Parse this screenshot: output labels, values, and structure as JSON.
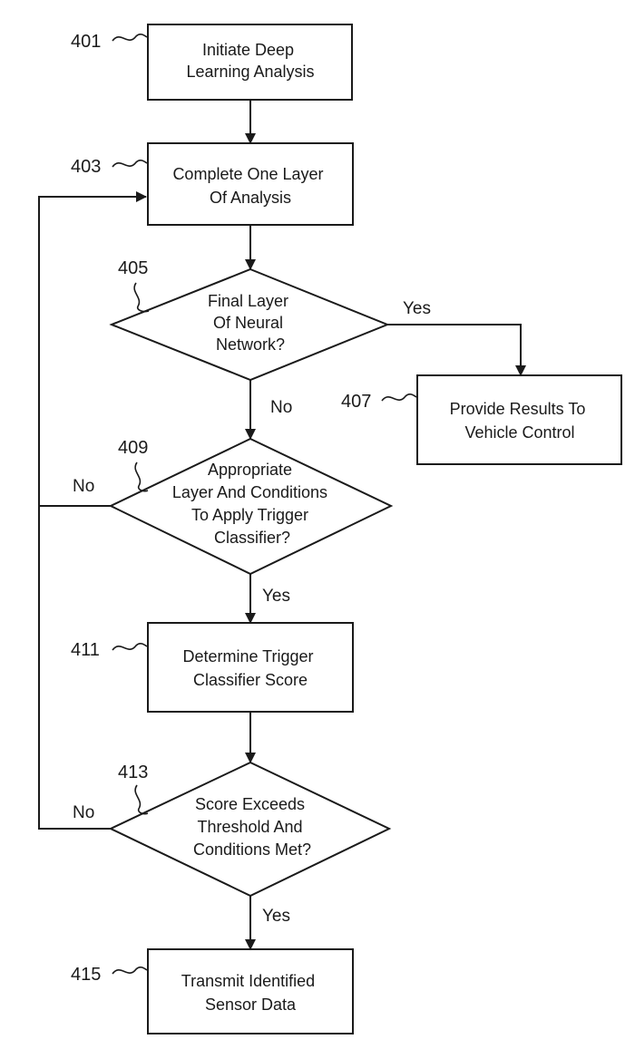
{
  "nodes": {
    "n401": {
      "ref": "401",
      "lines": [
        "Initiate Deep",
        "Learning Analysis"
      ]
    },
    "n403": {
      "ref": "403",
      "lines": [
        "Complete One Layer",
        "Of Analysis"
      ]
    },
    "n405": {
      "ref": "405",
      "lines": [
        "Final Layer",
        "Of Neural",
        "Network?"
      ]
    },
    "n407": {
      "ref": "407",
      "lines": [
        "Provide Results To",
        "Vehicle Control"
      ]
    },
    "n409": {
      "ref": "409",
      "lines": [
        "Appropriate",
        "Layer And Conditions",
        "To Apply Trigger",
        "Classifier?"
      ]
    },
    "n411": {
      "ref": "411",
      "lines": [
        "Determine Trigger",
        "Classifier Score"
      ]
    },
    "n413": {
      "ref": "413",
      "lines": [
        "Score Exceeds",
        "Threshold And",
        "Conditions Met?"
      ]
    },
    "n415": {
      "ref": "415",
      "lines": [
        "Transmit Identified",
        "Sensor Data"
      ]
    }
  },
  "edge_labels": {
    "e405_yes": "Yes",
    "e405_no": "No",
    "e409_no": "No",
    "e409_yes": "Yes",
    "e413_no": "No",
    "e413_yes": "Yes"
  }
}
